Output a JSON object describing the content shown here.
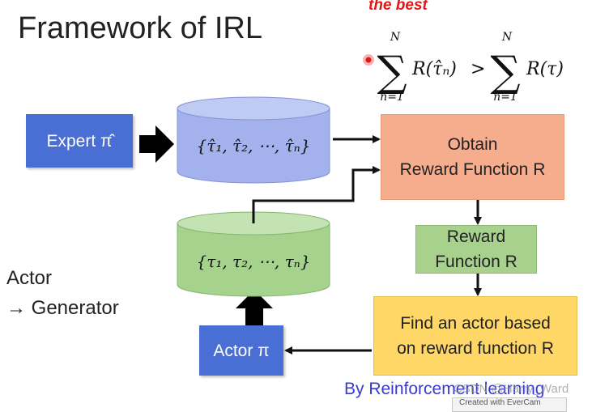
{
  "title": "Framework of IRL",
  "subtitle_fragment": "the best",
  "inequality": {
    "upper": "N",
    "lower": "n=1",
    "lhs_term": "R(τ̂ₙ)",
    "operator": ">",
    "rhs_term": "R(τ)"
  },
  "nodes": {
    "expert": "Expert π̂",
    "expert_trajectories": "{τ̂₁, τ̂₂, ⋯, τ̂ₙ}",
    "actor_trajectories": "{τ₁, τ₂, ⋯, τₙ}",
    "obtain_line1": "Obtain",
    "obtain_line2": "Reward Function R",
    "reward_line1": "Reward",
    "reward_line2": "Function R",
    "find_line1": "Find an actor based",
    "find_line2": "on reward function R",
    "actor": "Actor π"
  },
  "side_label": {
    "line1": "Actor",
    "line2": "→ Generator"
  },
  "footer": "By Reinforcement learning",
  "watermark": "CSDN @Harry_Ward",
  "watermark_bar": "Created with EverCam",
  "colors": {
    "blue_box": "#4a6fd4",
    "cylinder_blue": "#a3b1ec",
    "cylinder_green": "#a5d28c",
    "orange_box": "#f6ad8d",
    "green_box": "#a9d18e",
    "yellow_box": "#ffd766",
    "red_text": "#e01818"
  }
}
